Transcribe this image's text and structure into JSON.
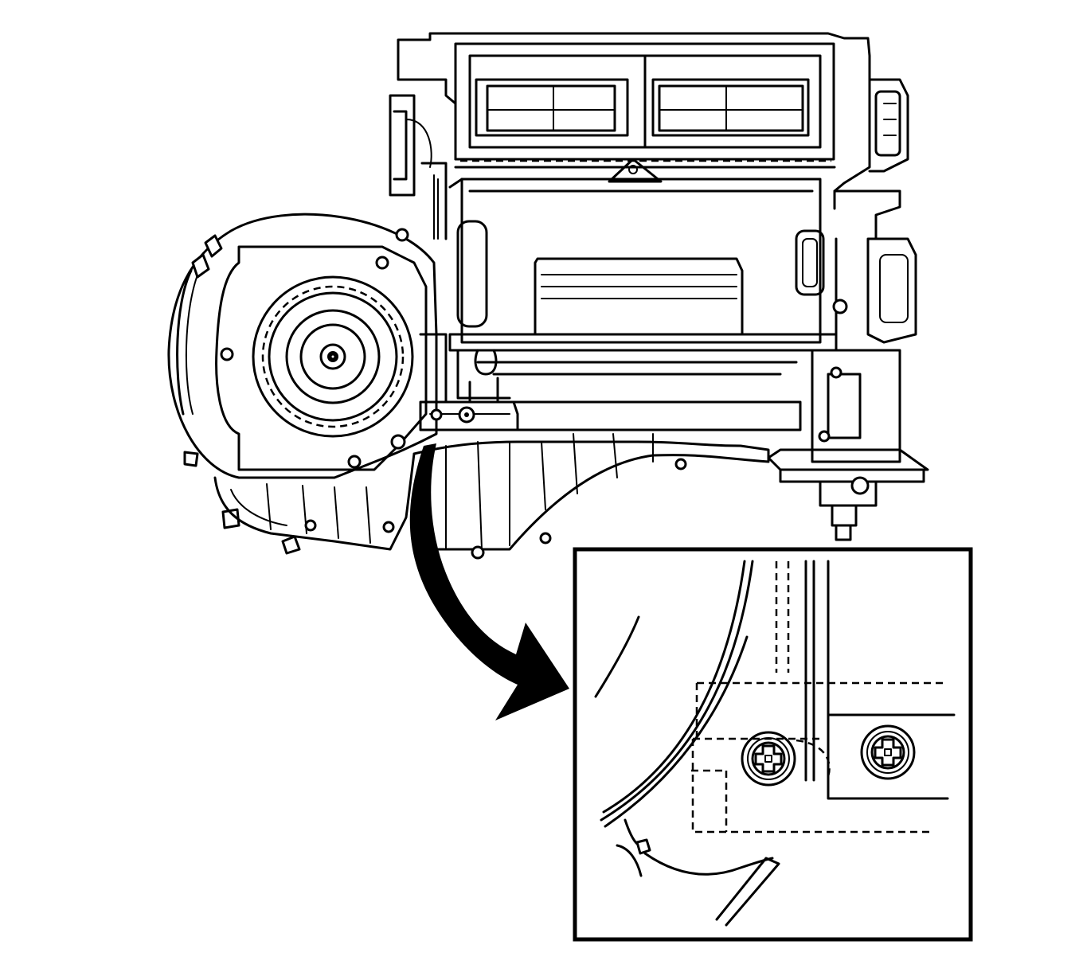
{
  "figure": {
    "description_colors": {
      "ink": "#000000",
      "paper": "#ffffff"
    },
    "components": [
      "hvac-module-housing",
      "blower-motor-housing",
      "blower-motor-wheel",
      "detail-callout-arrow",
      "detail-inset-box",
      "fastener-screw",
      "mounting-bracket"
    ]
  }
}
